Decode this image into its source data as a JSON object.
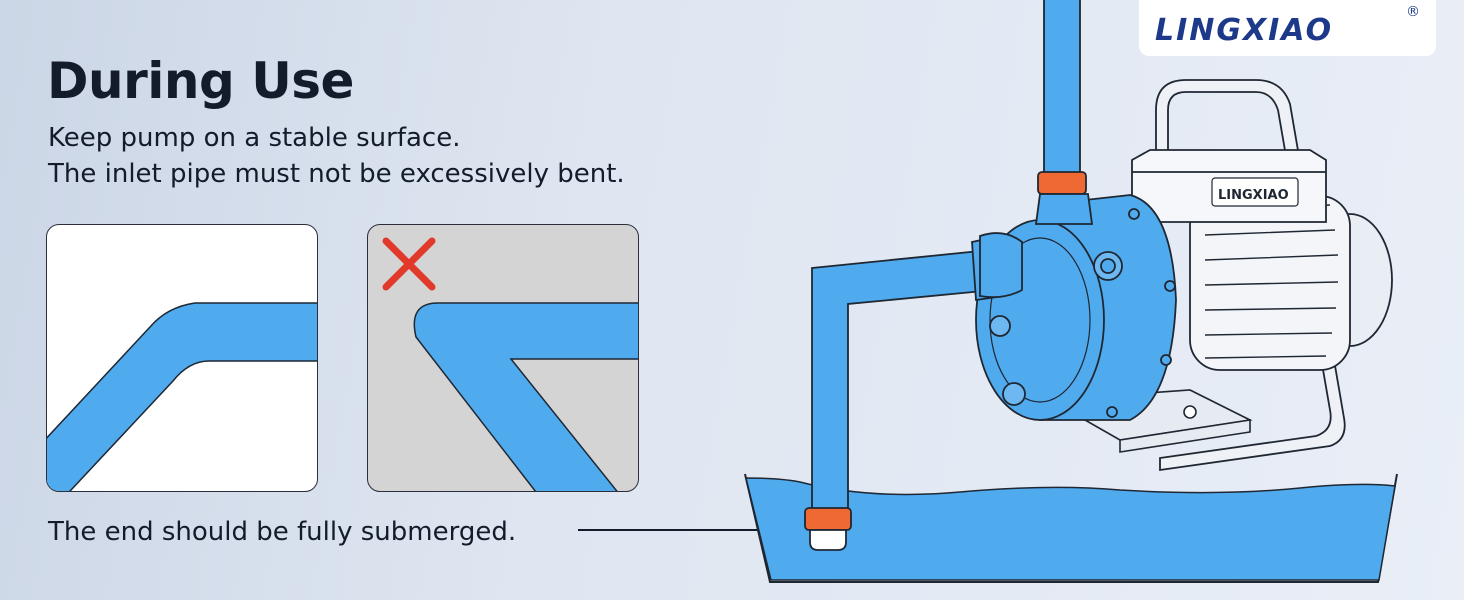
{
  "heading": {
    "title": "During Use",
    "line1": "Keep pump on a stable surface.",
    "line2": "The inlet pipe must not be excessively bent."
  },
  "panels": {
    "correct": {
      "mark": "none"
    },
    "incorrect": {
      "mark": "x-icon"
    }
  },
  "note": {
    "text": "The end should be fully submerged."
  },
  "brand": {
    "logo": "LINGXIAO",
    "registered": "®",
    "pump_label": "LINGXIAO"
  },
  "colors": {
    "pipe_blue": "#4faaee",
    "connector_orange": "#ef6a32",
    "pump_blue": "#4faaee",
    "mark_red": "#e23a2a",
    "text_dark": "#141c2b",
    "logo_blue": "#1d3a8a"
  }
}
